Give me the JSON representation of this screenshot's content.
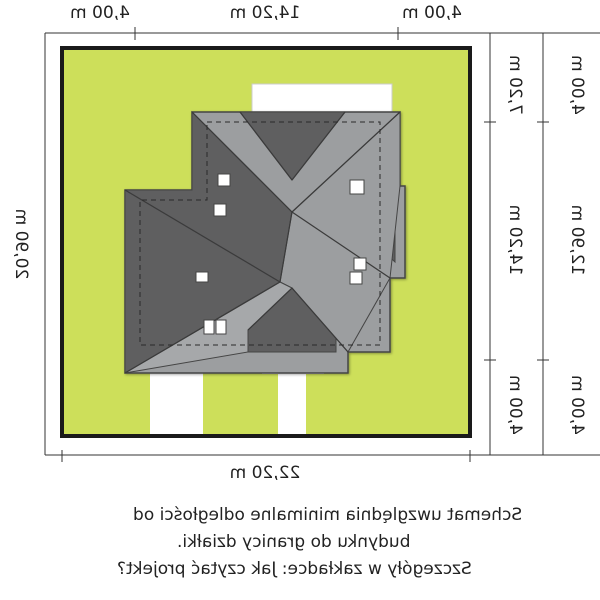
{
  "dimensions": {
    "top": [
      "4,00 m",
      "14,20 m",
      "4,00 m"
    ],
    "bottom_total": "22,20 m",
    "left_total": "20,90 m",
    "right_inner": [
      "7,20 m",
      "14,20 m",
      "4,00 m"
    ],
    "right_outer": [
      "4,00 m",
      "12,90 m",
      "4,00 m"
    ]
  },
  "note": {
    "line1": "Schemat uwzględnia minimalne odległości od",
    "line2": "budynku do granicy działki.",
    "line3": "Szczegóły w zakładce: Jak czytać projekt?"
  },
  "colors": {
    "lawn": "#cddf5a",
    "border": "#1a1a1a",
    "roof_dark": "#5e5e60",
    "roof_light": "#9c9ea0",
    "paving": "#ffffff"
  }
}
